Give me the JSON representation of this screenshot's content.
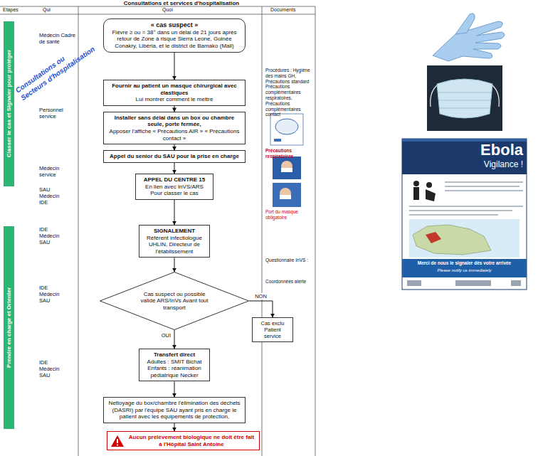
{
  "diagram": {
    "title": "Consultations et services d'hospitalisation",
    "nodes": [
      {
        "text": [
          "Classer le cas et Signaler pour protéger"
        ]
      },
      {
        "text": [
          "Prendre en charge et Orienter"
        ]
      },
      {
        "text": [
          "« cas suspect »",
          "Fièvre ≥ ou = 38° dans un délai de 21 jours après retour de Zone à risque Sierra Leone, Guinée Conakry, Libéria, et le district de Bamako (Mali)"
        ]
      },
      {
        "text": [
          "Fournir au patient un masque chirurgical avec élastiques",
          "Lui montrer comment le mettre"
        ]
      },
      {
        "text": [
          "Installer sans délai dans un box ou chambre seule, porte fermée,",
          "Apposer l'affiche « Précautions AIR » « Précautions contact »"
        ]
      },
      {
        "text": [
          "Appel du senior du SAU pour la prise en charge"
        ]
      },
      {
        "text": [
          "APPEL DU CENTRE 15",
          "En lien avec InVS/ARS Pour classer le cas"
        ]
      },
      {
        "text": [
          "SIGNALEMENT",
          "Référent infectiologue UHLIN, Directeur de l'établissement"
        ]
      },
      {
        "text": [
          "Cas suspect ou possible validé ARS/InVs Avant tout transport"
        ]
      },
      {
        "text": [
          "Cas exclu Patient service"
        ]
      },
      {
        "text": [
          "Transfert direct",
          "Adultes : SMIT Bichat Enfants : réanimation pédiatrique Necker"
        ]
      },
      {
        "text": [
          "Nettoyage du box/chambre l'élimination des déchets (DASRI) par l'équipe SAU ayant pris en charge le patient avec les équipements de protection,"
        ]
      },
      {
        "text": [
          "Aucun prélèvement biologique ne doit être fait à l'Hôpital Saint Antoine"
        ]
      }
    ],
    "edges": [
      {
        "from": 2,
        "to": 3,
        "arrow": "to"
      },
      {
        "from": 3,
        "to": 4,
        "arrow": "to"
      },
      {
        "from": 4,
        "to": 5,
        "arrow": "to"
      },
      {
        "from": 5,
        "to": 6,
        "arrow": "to"
      },
      {
        "from": 6,
        "to": 7,
        "arrow": "to"
      },
      {
        "from": 7,
        "to": 8,
        "arrow": "to"
      },
      {
        "from": 8,
        "to": 9,
        "label": "NON",
        "arrow": "to"
      },
      {
        "from": 8,
        "to": 10,
        "label": "OUI",
        "arrow": "to"
      },
      {
        "from": 10,
        "to": 11,
        "arrow": "to"
      },
      {
        "from": 11,
        "to": 12,
        "arrow": "to"
      }
    ],
    "labels": [
      "Etapes",
      "Qui",
      "Quoi",
      "Documents",
      "Consultations ou",
      "Secteurs d'hospitalisation",
      "Médecin Cadre de santé",
      "Personnel service",
      "Médecin service",
      "SAU Médecin IDE",
      "IDE Médecin SAU",
      "IDE Médecin SAU",
      "IDE Médecin SAU",
      "Procédures : Hygiène des mains GH, Précautions standard Précautions complémentaires respiratoires, Précautions complémentaires contact",
      "Précautions respiratoires",
      "Port du masque obligatoire",
      "Questionnaire InVS :",
      "Coordonnées alerte",
      "Ebola",
      "Vigilance !",
      "Merci de nous le signaler dès votre arrivée",
      "Please notify us immediately"
    ]
  }
}
